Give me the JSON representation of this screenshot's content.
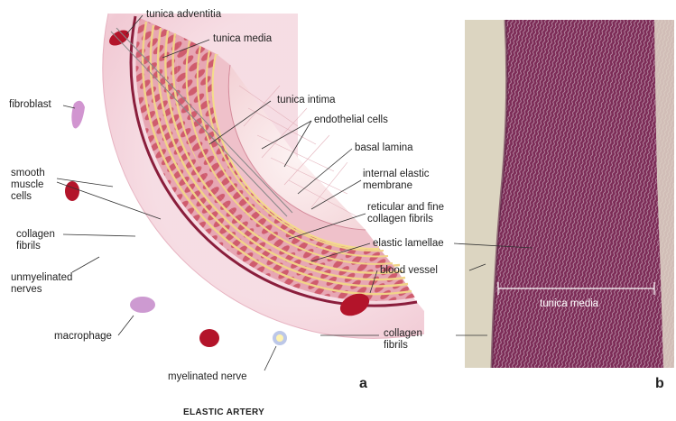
{
  "labels": {
    "tunica_adventitia": "tunica adventitia",
    "tunica_media": "tunica media",
    "tunica_intima": "tunica intima",
    "endothelial_cells": "endothelial cells",
    "basal_lamina": "basal lamina",
    "internal_elastic_membrane": "internal elastic membrane",
    "reticular_fibrils": "reticular and fine collagen fibrils",
    "elastic_lamellae": "elastic lamellae",
    "blood_vessel": "blood vessel",
    "collagen_fibrils_right": "collagen fibrils",
    "fibroblast": "fibroblast",
    "smooth_muscle_cells": "smooth muscle cells",
    "collagen_fibrils_left": "collagen fibrils",
    "unmyelinated_nerves": "unmyelinated nerves",
    "macrophage": "macrophage",
    "myelinated_nerve": "myelinated nerve",
    "tunica_media_micro": "tunica media"
  },
  "panels": {
    "a": "a",
    "b": "b"
  },
  "title": "ELASTIC ARTERY",
  "colors": {
    "adventitia": "#f3cfd9",
    "media_base": "#e6a2b0",
    "smooth_muscle": "#cf5c6e",
    "elastic_lamina": "#f1d489",
    "intima": "#f0c9d1",
    "lumen": "#fbecec",
    "rbc": "#b3142a",
    "micro_media": "#7c2c57",
    "micro_adventitia": "#dcd5c1"
  }
}
